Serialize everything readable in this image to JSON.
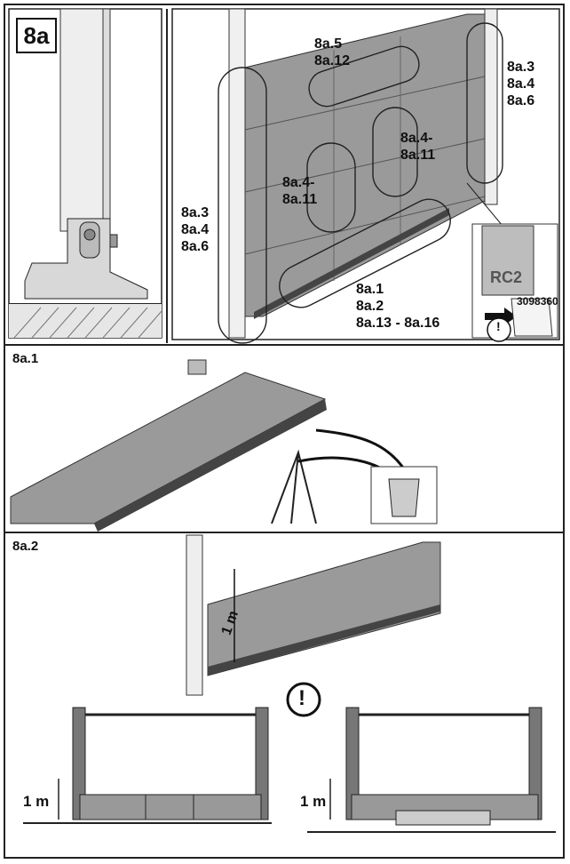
{
  "step_badge": "8a",
  "top_panel": {
    "label_group_left": [
      "8a.3",
      "8a.4",
      "8a.6"
    ],
    "label_group_topright": [
      "8a.3",
      "8a.4",
      "8a.6"
    ],
    "label_top_center": [
      "8a.5",
      "8a.12"
    ],
    "label_mid_left": [
      "8a.4-",
      "8a.11"
    ],
    "label_mid_right": [
      "8a.4-",
      "8a.11"
    ],
    "label_bottom": [
      "8a.1",
      "8a.2",
      "8a.13 - 8a.16"
    ],
    "rc_badge": "RC2",
    "doc_number": "3098360",
    "warning_symbol": "!"
  },
  "section_2": {
    "title": "8a.1"
  },
  "section_3": {
    "title": "8a.2",
    "height_label_door": "1 m",
    "height_label_left": "1 m",
    "height_label_right": "1 m",
    "warning_symbol": "!"
  }
}
